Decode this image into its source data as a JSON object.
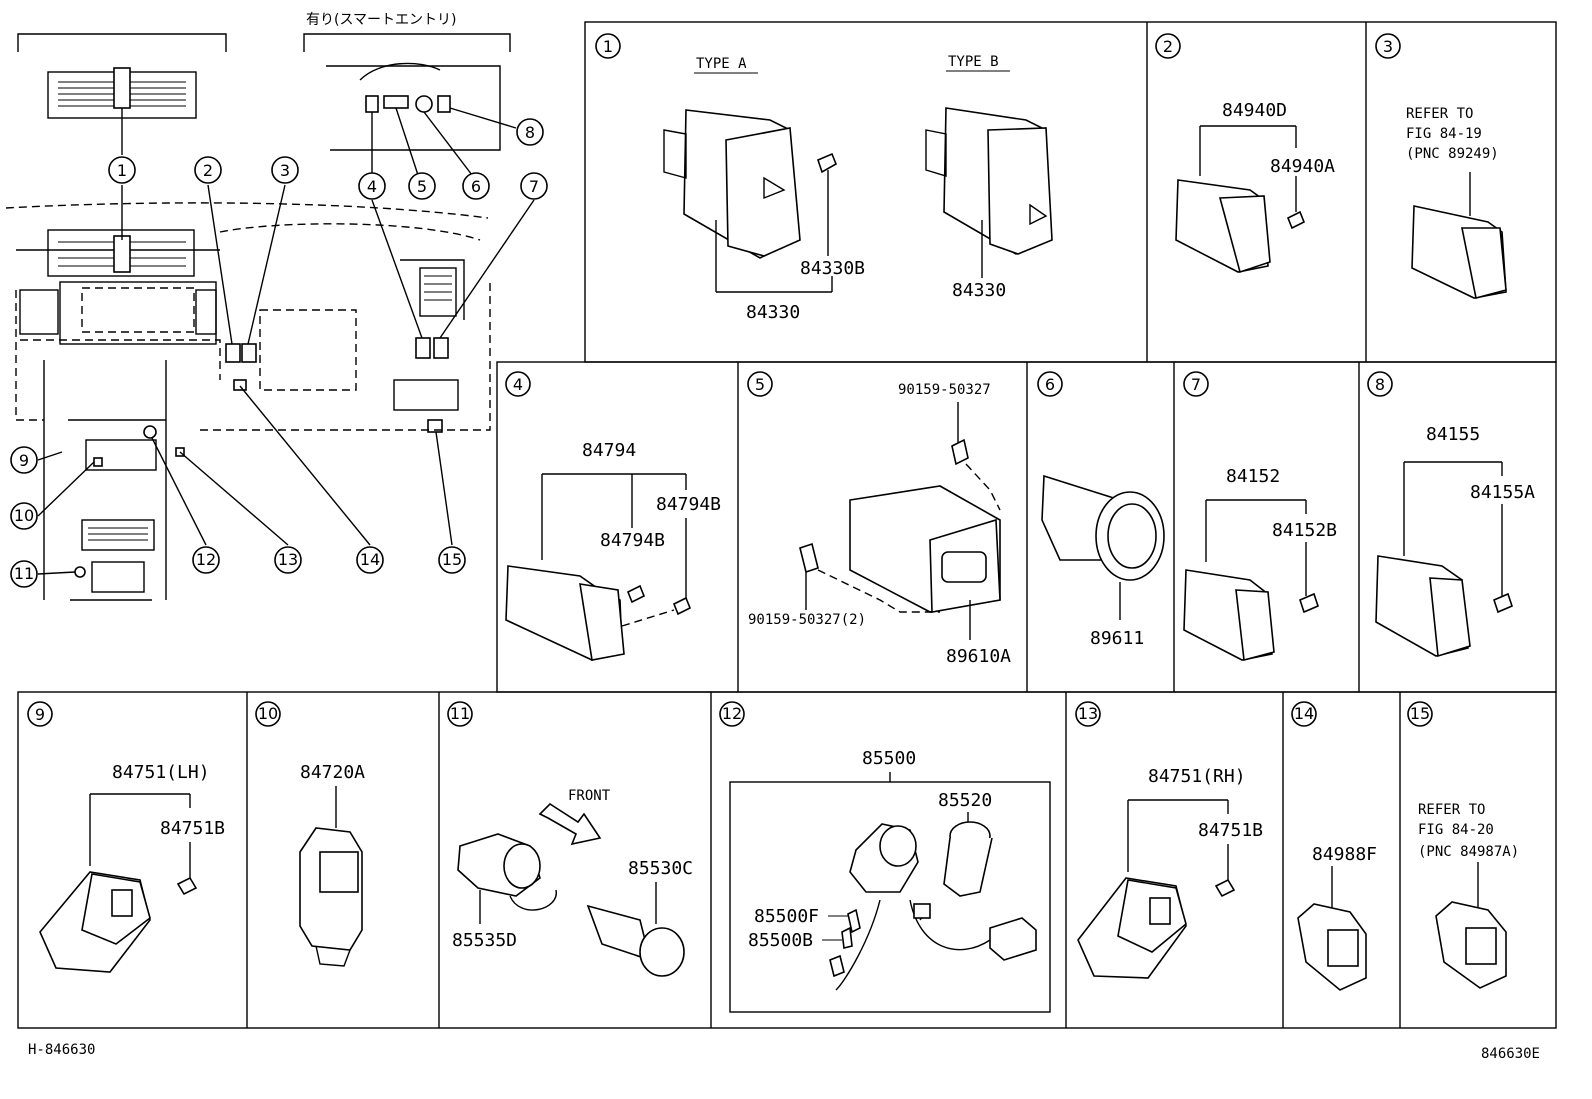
{
  "header": {
    "smart_entry_note": "有り(スマートエントリ)"
  },
  "footer": {
    "left_code": "H-846630",
    "right_code": "846630E"
  },
  "overview_callouts": [
    "1",
    "2",
    "3",
    "4",
    "5",
    "6",
    "7",
    "8",
    "9",
    "10",
    "11",
    "12",
    "13",
    "14",
    "15"
  ],
  "panels": [
    {
      "id": "1",
      "labels": [
        "TYPE A",
        "TYPE B",
        "84330B",
        "84330",
        "84330"
      ]
    },
    {
      "id": "2",
      "labels": [
        "84940D",
        "84940A"
      ]
    },
    {
      "id": "3",
      "labels": [
        "REFER TO",
        "FIG 84-19",
        "(PNC 89249)"
      ]
    },
    {
      "id": "4",
      "labels": [
        "84794",
        "84794B",
        "84794B"
      ]
    },
    {
      "id": "5",
      "labels": [
        "90159-50327",
        "90159-50327(2)",
        "89610A"
      ]
    },
    {
      "id": "6",
      "labels": [
        "89611"
      ]
    },
    {
      "id": "7",
      "labels": [
        "84152",
        "84152B"
      ]
    },
    {
      "id": "8",
      "labels": [
        "84155",
        "84155A"
      ]
    },
    {
      "id": "9",
      "labels": [
        "84751(LH)",
        "84751B"
      ]
    },
    {
      "id": "10",
      "labels": [
        "84720A"
      ]
    },
    {
      "id": "11",
      "labels": [
        "FRONT",
        "85530C",
        "85535D"
      ]
    },
    {
      "id": "12",
      "labels": [
        "85500",
        "85520",
        "85500F",
        "85500B"
      ]
    },
    {
      "id": "13",
      "labels": [
        "84751(RH)",
        "84751B"
      ]
    },
    {
      "id": "14",
      "labels": [
        "84988F"
      ]
    },
    {
      "id": "15",
      "labels": [
        "REFER TO",
        "FIG 84-20",
        "(PNC 84987A)"
      ]
    }
  ]
}
